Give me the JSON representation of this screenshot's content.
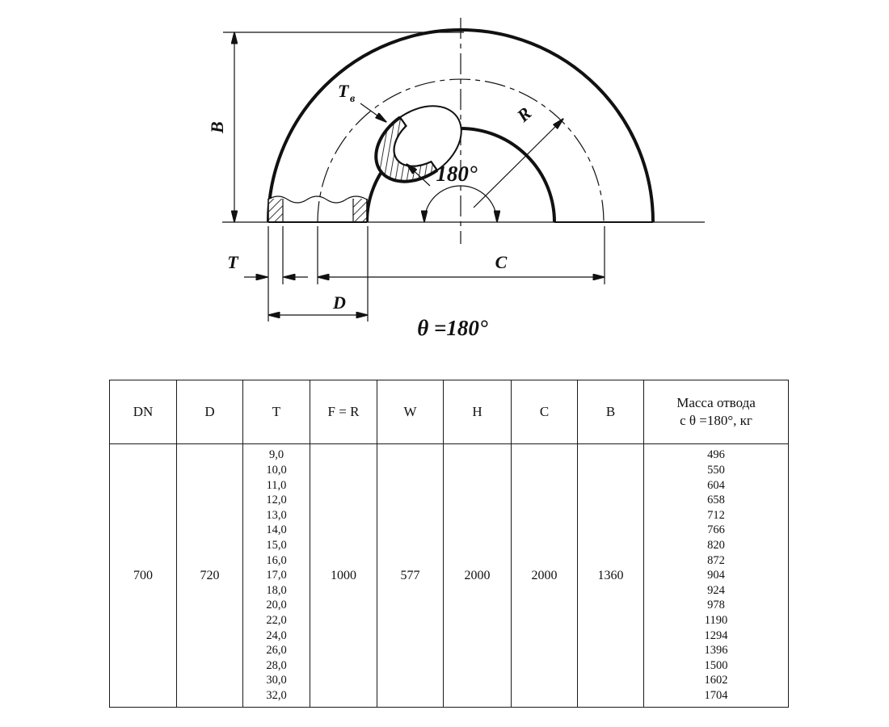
{
  "drawing": {
    "dim_B": "B",
    "dim_T": "T",
    "dim_D": "D",
    "dim_C": "C",
    "dim_R": "R",
    "tb_main": "T",
    "tb_sub": "в",
    "angle_label": "180°",
    "theta_label": "θ =180°"
  },
  "table": {
    "headers": [
      "DN",
      "D",
      "T",
      "F = R",
      "W",
      "H",
      "C",
      "B"
    ],
    "mass_header": "Масса отвода\nс θ =180°, кг",
    "row": {
      "dn": "700",
      "d": "720",
      "t": "9,0\n10,0\n11,0\n12,0\n13,0\n14,0\n15,0\n16,0\n17,0\n18,0\n20,0\n22,0\n24,0\n26,0\n28,0\n30,0\n32,0",
      "f_r": "1000",
      "w": "577",
      "h": "2000",
      "c": "2000",
      "b": "1360",
      "mass": "496\n550\n604\n658\n712\n766\n820\n872\n904\n924\n978\n1190\n1294\n1396\n1500\n1602\n1704"
    }
  }
}
